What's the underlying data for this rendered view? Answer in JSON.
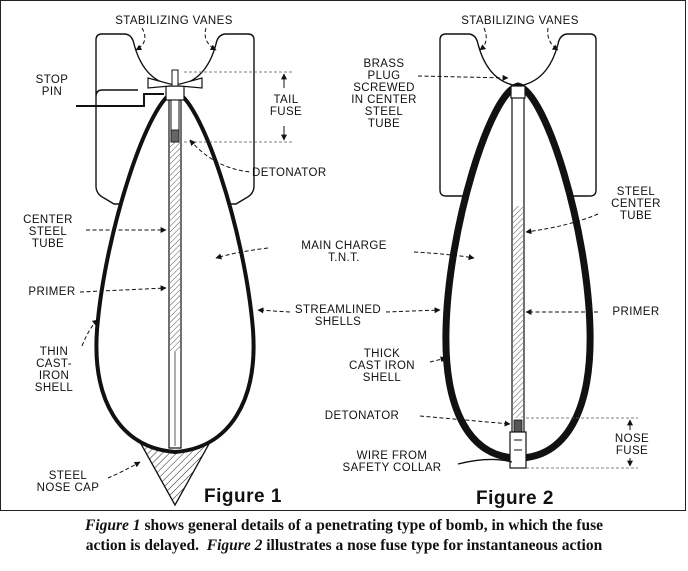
{
  "figure1": {
    "title": "Figure 1",
    "labels": {
      "stabilizing_vanes": "STABILIZING VANES",
      "stop_pin": [
        "STOP",
        "PIN"
      ],
      "tail_fuse": [
        "TAIL",
        "FUSE"
      ],
      "detonator": "DETONATOR",
      "center_steel_tube": [
        "CENTER",
        "STEEL",
        "TUBE"
      ],
      "primer": "PRIMER",
      "thin_cast_iron_shell": [
        "THIN",
        "CAST-",
        "IRON",
        "SHELL"
      ],
      "steel_nose_cap": [
        "STEEL",
        "NOSE CAP"
      ]
    }
  },
  "figure2": {
    "title": "Figure 2",
    "labels": {
      "stabilizing_vanes": "STABILIZING VANES",
      "brass_plug": [
        "BRASS",
        "PLUG",
        "SCREWED",
        "IN CENTER",
        "STEEL",
        "TUBE"
      ],
      "steel_center_tube": [
        "STEEL",
        "CENTER",
        "TUBE"
      ],
      "primer": "PRIMER",
      "thick_cast_iron_shell": [
        "THICK",
        "CAST IRON",
        "SHELL"
      ],
      "detonator": "DETONATOR",
      "nose_fuse": [
        "NOSE",
        "FUSE"
      ],
      "wire": [
        "WIRE FROM",
        "SAFETY COLLAR"
      ]
    }
  },
  "shared": {
    "main_charge": [
      "MAIN CHARGE",
      "T.N.T."
    ],
    "streamlined_shells": [
      "STREAMLINED",
      "SHELLS"
    ]
  },
  "caption": {
    "fig1_ref": "Figure 1",
    "fig1_text": " shows general details of a penetrating type of bomb, in which the fuse",
    "line2_pre": "action is delayed.  ",
    "fig2_ref": "Figure 2",
    "fig2_text": " illustrates a nose fuse type for instantaneous action"
  }
}
